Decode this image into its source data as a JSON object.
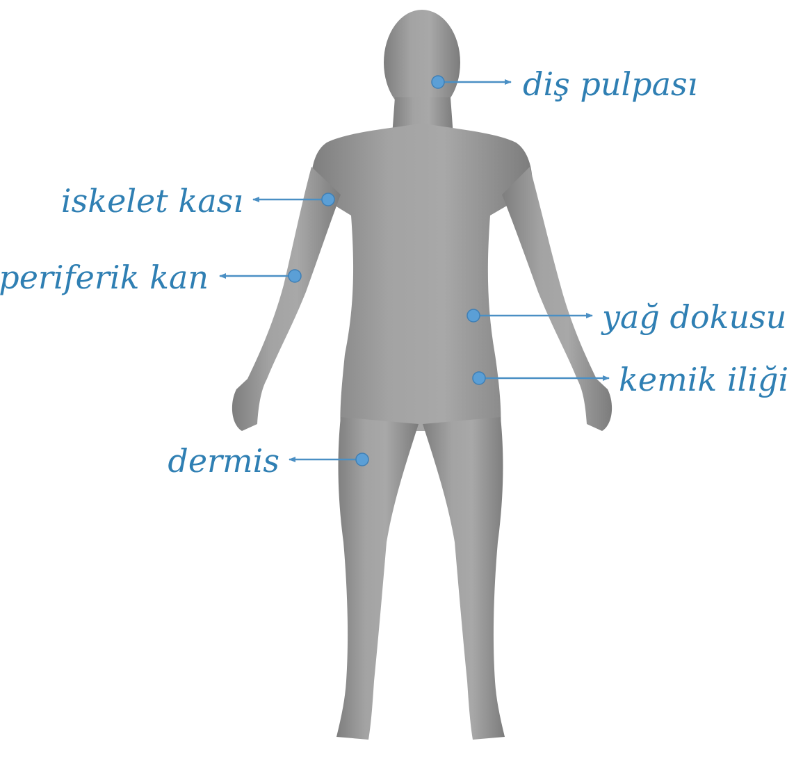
{
  "diagram": {
    "colors": {
      "accent": "#2f7fb3",
      "marker": "#5b9fd6",
      "body": "#9a9a9a",
      "background": "#ffffff"
    },
    "labels": {
      "dis_pulpasi": "diş pulpası",
      "iskelet_kasi": "iskelet kası",
      "periferik_kan": "periferik kan",
      "yag_dokusu": "yağ dokusu",
      "kemik_iligi": "kemik iliği",
      "dermis": "dermis"
    }
  }
}
